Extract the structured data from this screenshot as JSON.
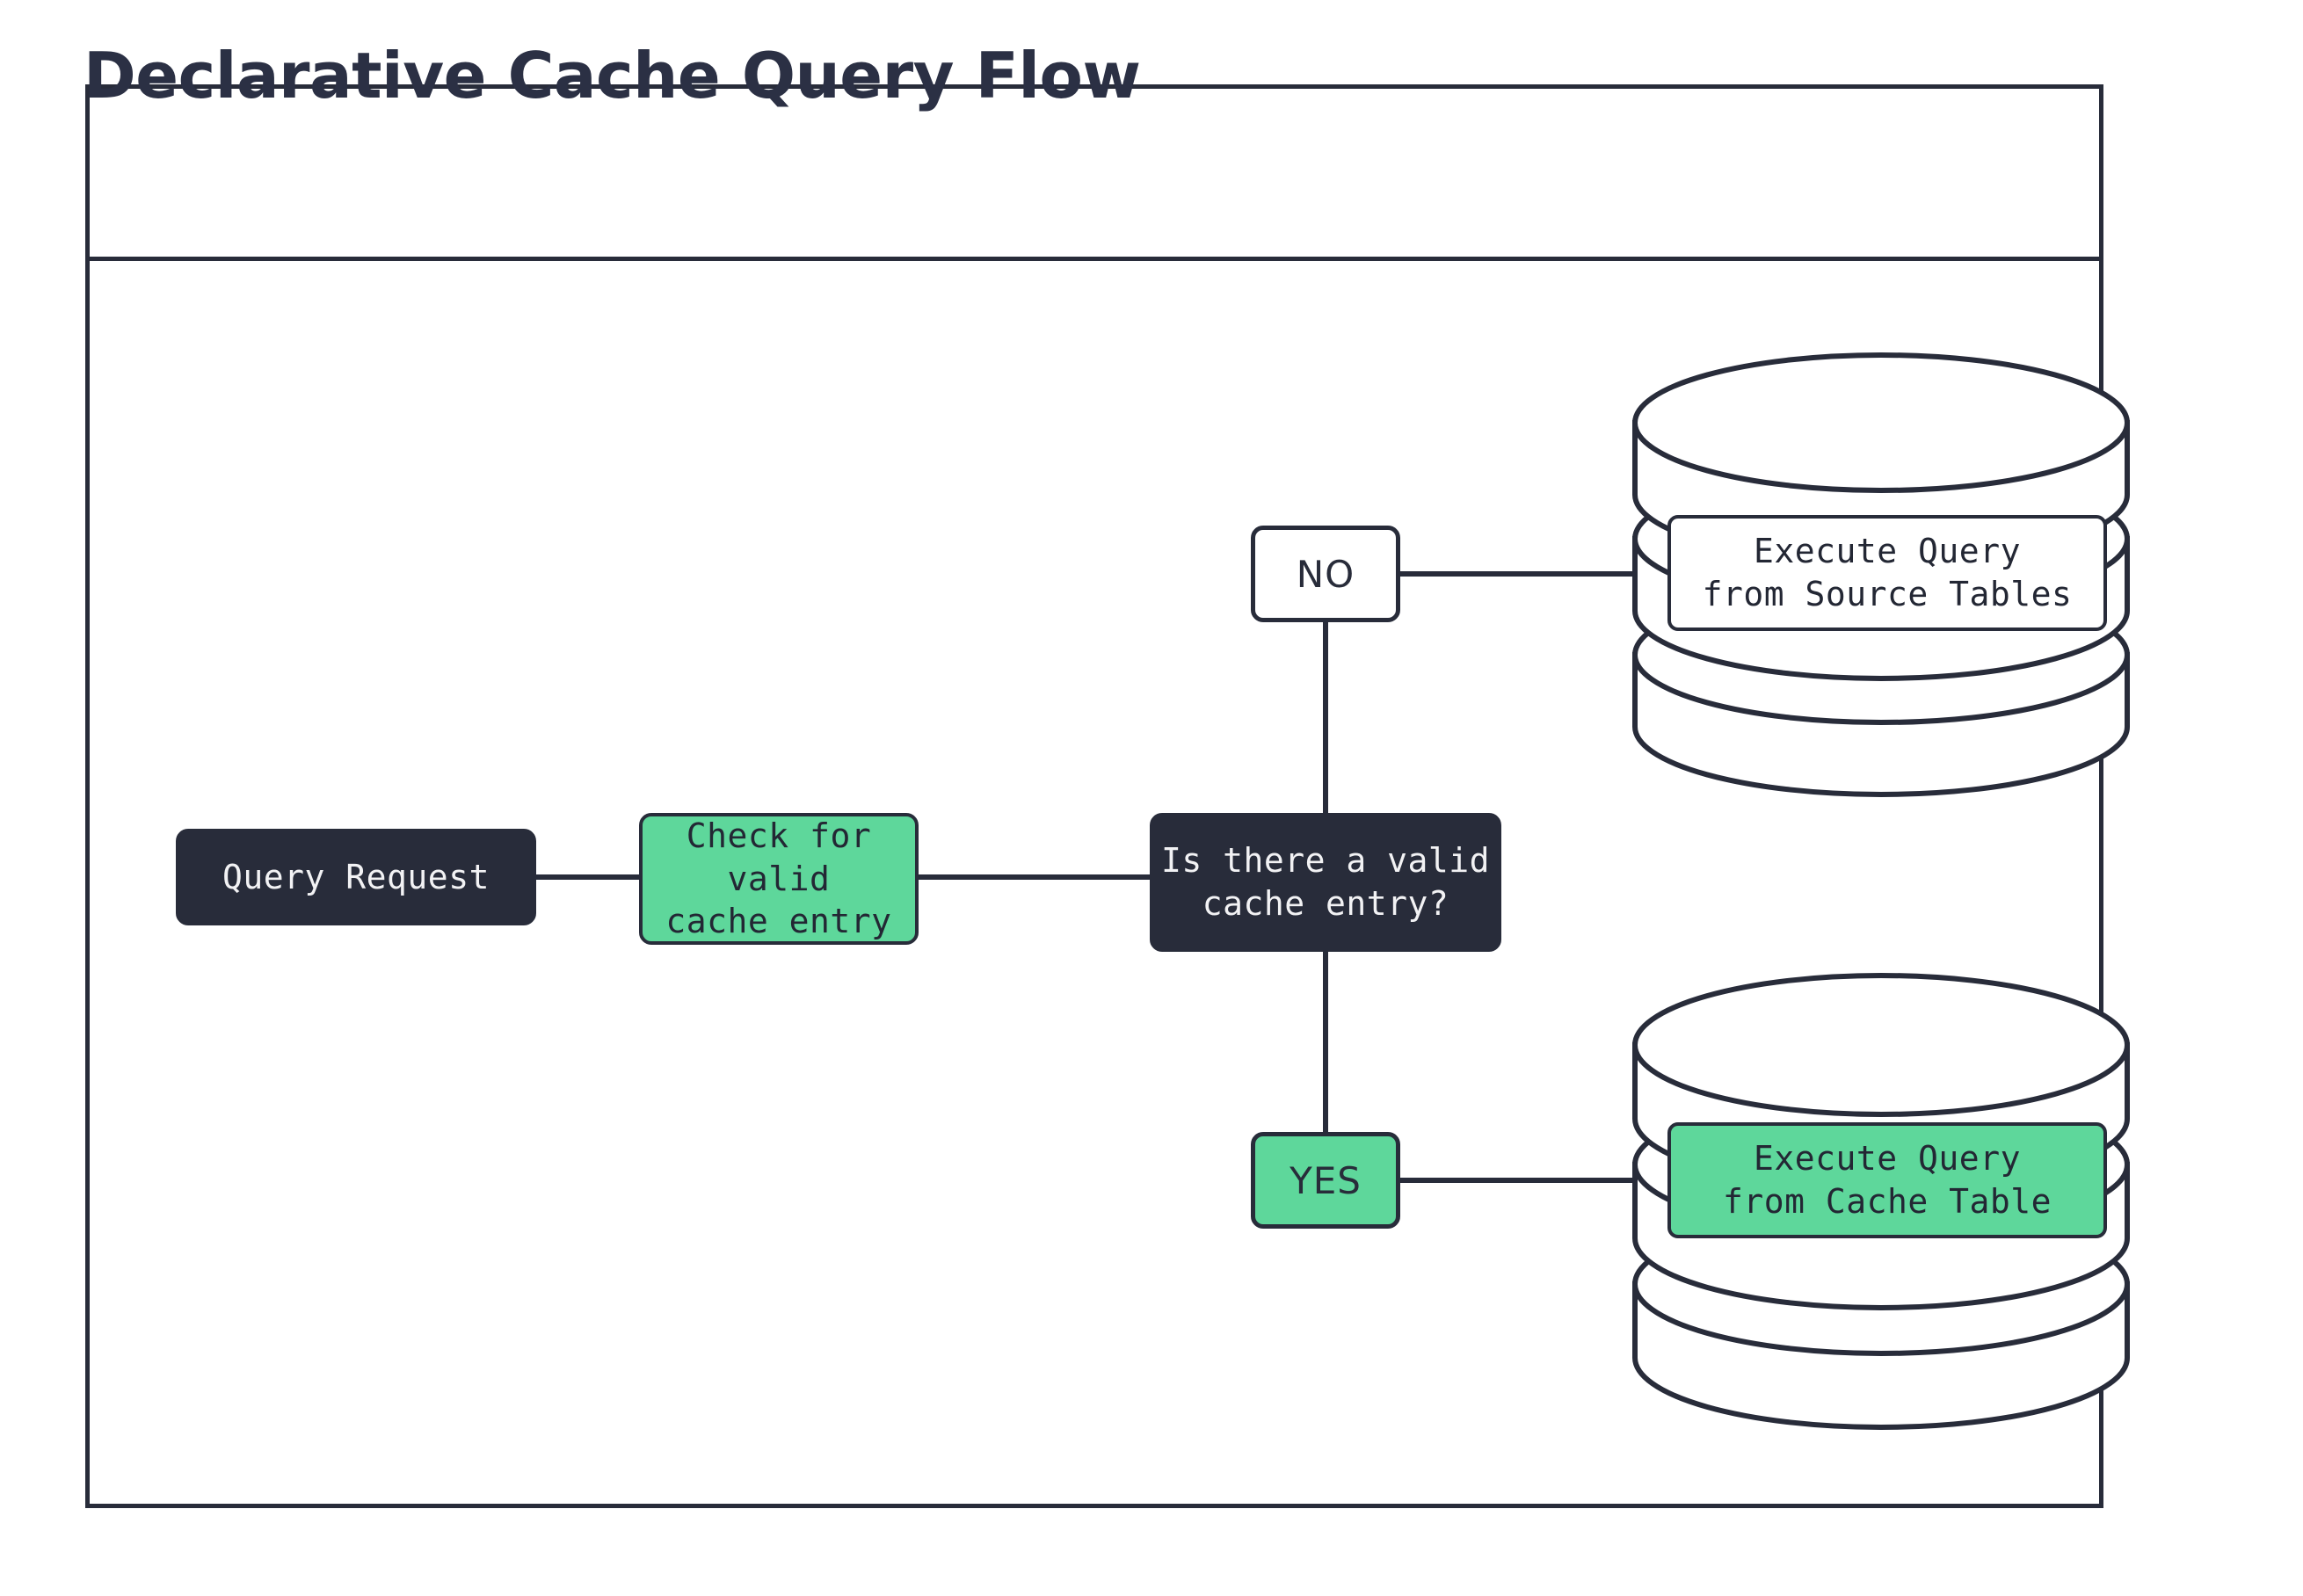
{
  "diagram": {
    "title": "Declarative Cache Query Flow",
    "colors": {
      "ink": "#282c3a",
      "accent_green": "#5ed79b",
      "canvas": "#ffffff",
      "dark_fill": "#282c3a",
      "dark_text": "#f2f2f4"
    },
    "nodes": {
      "query_request": "Query Request",
      "check_cache": "Check for valid\ncache entry",
      "decision": "Is there a valid\ncache entry?",
      "source_db_label": "Execute Query\nfrom Source Tables",
      "cache_db_label": "Execute Query\nfrom Cache Table"
    },
    "branches": {
      "no": "NO",
      "yes": "YES"
    },
    "icons": {
      "source_database": "database-cylinder-icon",
      "cache_database": "database-cylinder-icon"
    },
    "edges": [
      {
        "from": "query_request",
        "to": "check_cache",
        "label": ""
      },
      {
        "from": "check_cache",
        "to": "decision",
        "label": ""
      },
      {
        "from": "decision",
        "to": "no",
        "label": "NO"
      },
      {
        "from": "no",
        "to": "source_db_label",
        "label": ""
      },
      {
        "from": "decision",
        "to": "yes",
        "label": "YES"
      },
      {
        "from": "yes",
        "to": "cache_db_label",
        "label": ""
      }
    ]
  }
}
